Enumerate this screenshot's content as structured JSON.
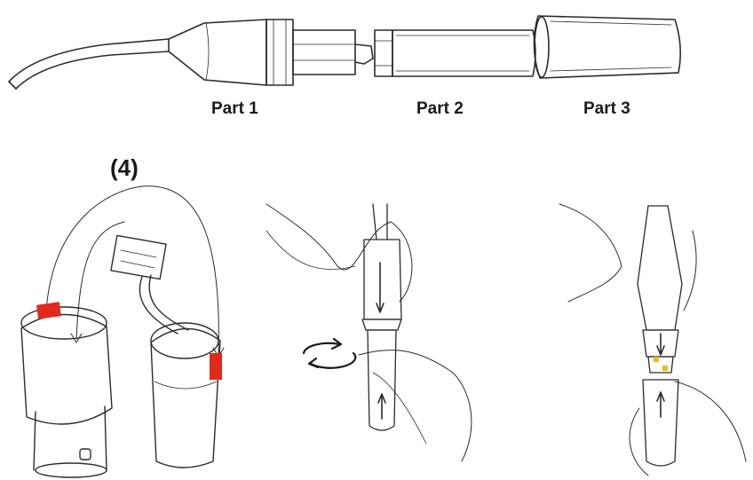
{
  "labels": {
    "part1": "Part 1",
    "part2": "Part 2",
    "part3": "Part 3",
    "step": "(4)"
  },
  "colors": {
    "line": "#2b2b2b",
    "marker": "#e02a1c",
    "connector_yellow": "#e8b820"
  },
  "icons": {
    "rotate": "rotate-arrows-icon",
    "arrow": "arrow-icon"
  }
}
